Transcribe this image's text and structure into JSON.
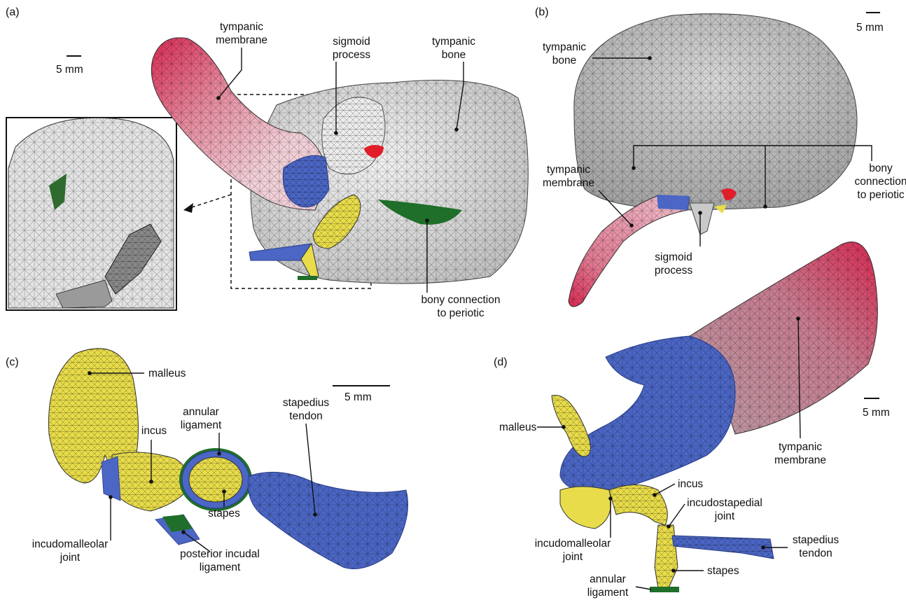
{
  "panels": {
    "a": {
      "tag": "(a)",
      "scale": "5 mm",
      "labels": {
        "tympanic_membrane": [
          "tympanic",
          "membrane"
        ],
        "sigmoid_process": [
          "sigmoid",
          "process"
        ],
        "tympanic_bone": [
          "tympanic",
          "bone"
        ],
        "bony_connection": [
          "bony connection",
          "to periotic"
        ]
      }
    },
    "b": {
      "tag": "(b)",
      "scale": "5 mm",
      "labels": {
        "tympanic_bone": [
          "tympanic",
          "bone"
        ],
        "tympanic_membrane": [
          "tympanic",
          "membrane"
        ],
        "bony_connection": [
          "bony",
          "connection",
          "to periotic"
        ],
        "sigmoid_process": [
          "sigmoid",
          "process"
        ]
      }
    },
    "c": {
      "tag": "(c)",
      "scale": "5 mm",
      "labels": {
        "malleus": "malleus",
        "incus": "incus",
        "annular_ligament": [
          "annular",
          "ligament"
        ],
        "stapedius_tendon": [
          "stapedius",
          "tendon"
        ],
        "stapes": "stapes",
        "incudomalleolar_joint": [
          "incudomalleolar",
          "joint"
        ],
        "posterior_incudal_ligament": [
          "posterior incudal",
          "ligament"
        ]
      }
    },
    "d": {
      "tag": "(d)",
      "scale": "5 mm",
      "labels": {
        "malleus": "malleus",
        "tympanic_membrane": [
          "tympanic",
          "membrane"
        ],
        "incus": "incus",
        "incudostapedial_joint": [
          "incudostapedial",
          "joint"
        ],
        "incudomalleolar_joint": [
          "incudomalleolar",
          "joint"
        ],
        "stapedius_tendon": [
          "stapedius",
          "tendon"
        ],
        "stapes": "stapes",
        "annular_ligament": [
          "annular",
          "ligament"
        ]
      }
    }
  },
  "colors": {
    "bone": "#d9d9d9",
    "membrane_pink": "#e39aaa",
    "membrane_red": "#d82a52",
    "tissue_blue": "#4b66c4",
    "ossicle_yellow": "#e8dc4a",
    "ligament_green": "#1f6e2a",
    "marker_red": "#e11d2a"
  }
}
